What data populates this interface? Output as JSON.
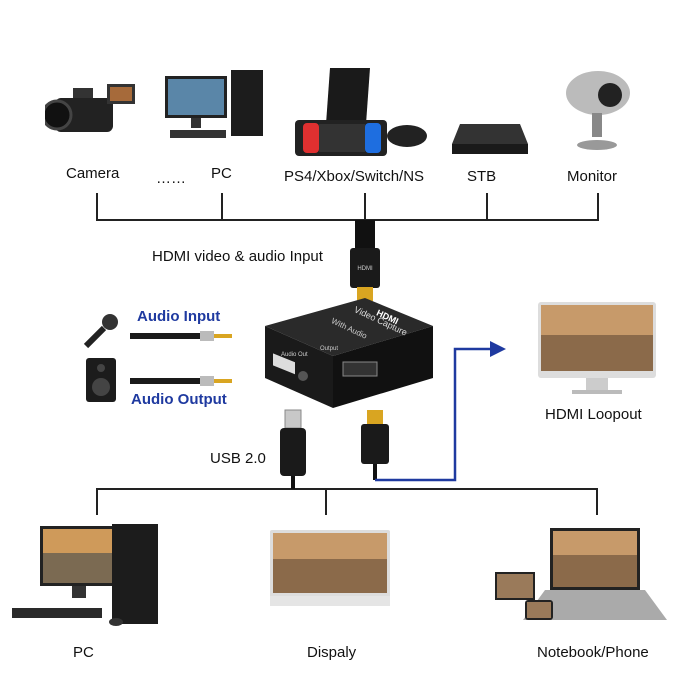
{
  "top_sources": [
    {
      "label": "Camera",
      "icon": "camcorder-icon"
    },
    {
      "label": "……",
      "icon": ""
    },
    {
      "label": "PC",
      "icon": "desktop-pc-icon"
    },
    {
      "label": "PS4/Xbox/Switch/NS",
      "icon": "game-console-icon"
    },
    {
      "label": "STB",
      "icon": "set-top-box-icon"
    },
    {
      "label": "Monitor",
      "icon": "security-camera-icon"
    }
  ],
  "hdmi_input_label": "HDMI video & audio Input",
  "audio": {
    "input_label": "Audio Input",
    "output_label": "Audio Output",
    "input_icon": "microphone-icon",
    "output_icon": "speaker-icon"
  },
  "capture_box": {
    "top_text": "Video Capture",
    "top_text2": "With Audio",
    "hdmi_logo": "HDMI",
    "port_usb": "",
    "port_audio_out": "Audio Out",
    "port_output": "Output"
  },
  "loopout_label": "HDMI Loopout",
  "usb_label": "USB 2.0",
  "bottom_targets": [
    {
      "label": "PC",
      "icon": "desktop-pc-icon"
    },
    {
      "label": "Dispaly",
      "icon": "display-icon"
    },
    {
      "label": "Notebook/Phone",
      "icon": "laptop-phone-icon"
    }
  ],
  "colors": {
    "accent_line": "#1f3aa0",
    "lines": "#222222",
    "audio_text": "#1f3aa0"
  }
}
